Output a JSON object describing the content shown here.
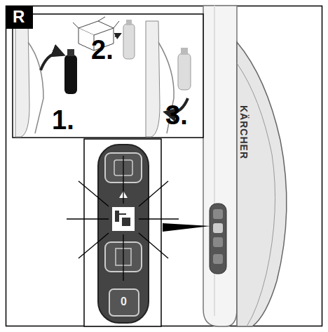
{
  "diagram": {
    "labels": [
      "R",
      "1.",
      "2.",
      "3.",
      "KÄRCHER",
      "0"
    ]
  }
}
